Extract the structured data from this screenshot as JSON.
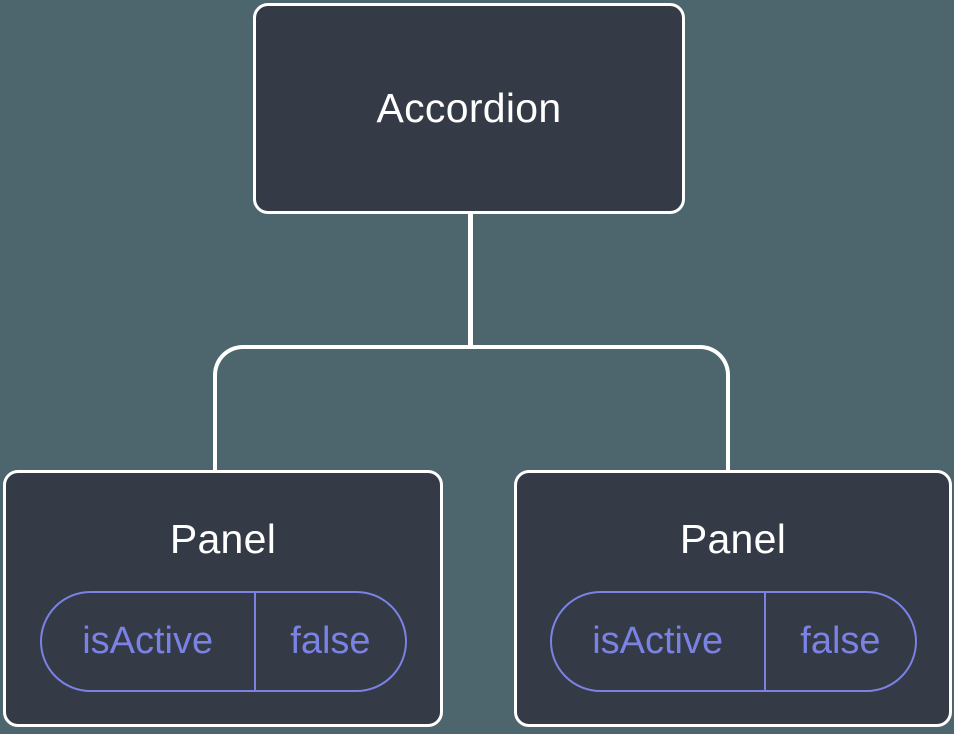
{
  "colors": {
    "background": "#4D666E",
    "node_fill": "#343A46",
    "node_border": "#FFFFFF",
    "node_text": "#FFFFFF",
    "connector": "#FFFFFF",
    "state_accent": "#7A82E4"
  },
  "tree": {
    "root": {
      "label": "Accordion"
    },
    "children": [
      {
        "label": "Panel",
        "state": {
          "key": "isActive",
          "value": "false"
        }
      },
      {
        "label": "Panel",
        "state": {
          "key": "isActive",
          "value": "false"
        }
      }
    ]
  }
}
